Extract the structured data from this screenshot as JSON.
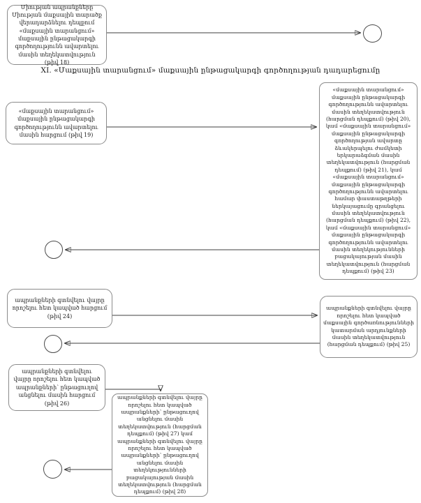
{
  "page": {
    "title": "XI. «Մաքսային տարանցում» մաքսային ընթացակարգի գործողության դադարեցումը"
  },
  "nodes": {
    "box18": "Միության ապրանքները Միության մաքսային տարածք վերադարձնելու դեպքում «մաքսային տարանցում» մաքսային ընթացակարգի գործողությունն ավարտելու մասին տեղեկատվություն (թիվ 18)",
    "box19": "«մաքսային տարանցում» մաքսային ընթացակարգի գործողությունն ավարտելու մասին հարցում (թիվ 19)",
    "box20_23": "«մաքսային տարանցում» մաքսային ընթացակարգի գործողությունն ավարտելու մասին տեղեկատվություն (հարցման դեպքում) (թիվ 20), կամ «մաքսային տարանցում» մաքսային ընթացակարգի գործողության ավարտը ձևակերպելու ժամկետի երկարաձգման մասին տեղեկատվություն (հարցման դեպքում) (թիվ 21), կամ «մաքսային տարանցում» մաքսային ընթացակարգի գործողությունն ավարտելու համար փաստաթղթերի ներկայացումը գրանցելու մասին տեղեկատվություն (հարցման դեպքում) (թիվ 22), կամ «մաքսային տարանցում» մաքսային ընթացակարգի գործողությունն ավարտելու մասին տեղեկությունների բացակայության մասին տեղեկատվություն (հարցման դեպքում) (թիվ 23)",
    "box24": "ապրանքների գտնվելու վայրը որոշելու հետ կապված հարցում (թիվ 24)",
    "box25": "ապրանքների գտնվելու վայրը որոշելու հետ կապված մաքսային գործառնությունների կատարման արդյունքների մասին տեղեկատվություն (հարցման դեպքում) (թիվ 25)",
    "box26": "ապրանքների գտնվելու վայրը որոշելու հետ կապված ապրանքների՝ ընթացուղով անցնելու մասին հարցում (թիվ 26)",
    "box27_28": "ապրանքների գտնվելու վայրը որոշելու հետ կապված ապրանքների՝ ընթացուղով անցնելու մասին տեղեկատվություն (հարցման դեպքում) (թիվ 27) կամ ապրանքների գտնվելու վայրը որոշելու հետ կապված ապրանքների՝ ընթացուղով անցնելու մասին տեղեկությունների բացակայության մասին տեղեկատվություն (հարցման դեպքում) (թիվ 28)"
  },
  "colors": {
    "background": "#ffffff",
    "box_border": "#8a8a8a",
    "terminal_border": "#4a4a4a",
    "arrow": "#3f3f3f",
    "text": "#1c1c1c"
  }
}
